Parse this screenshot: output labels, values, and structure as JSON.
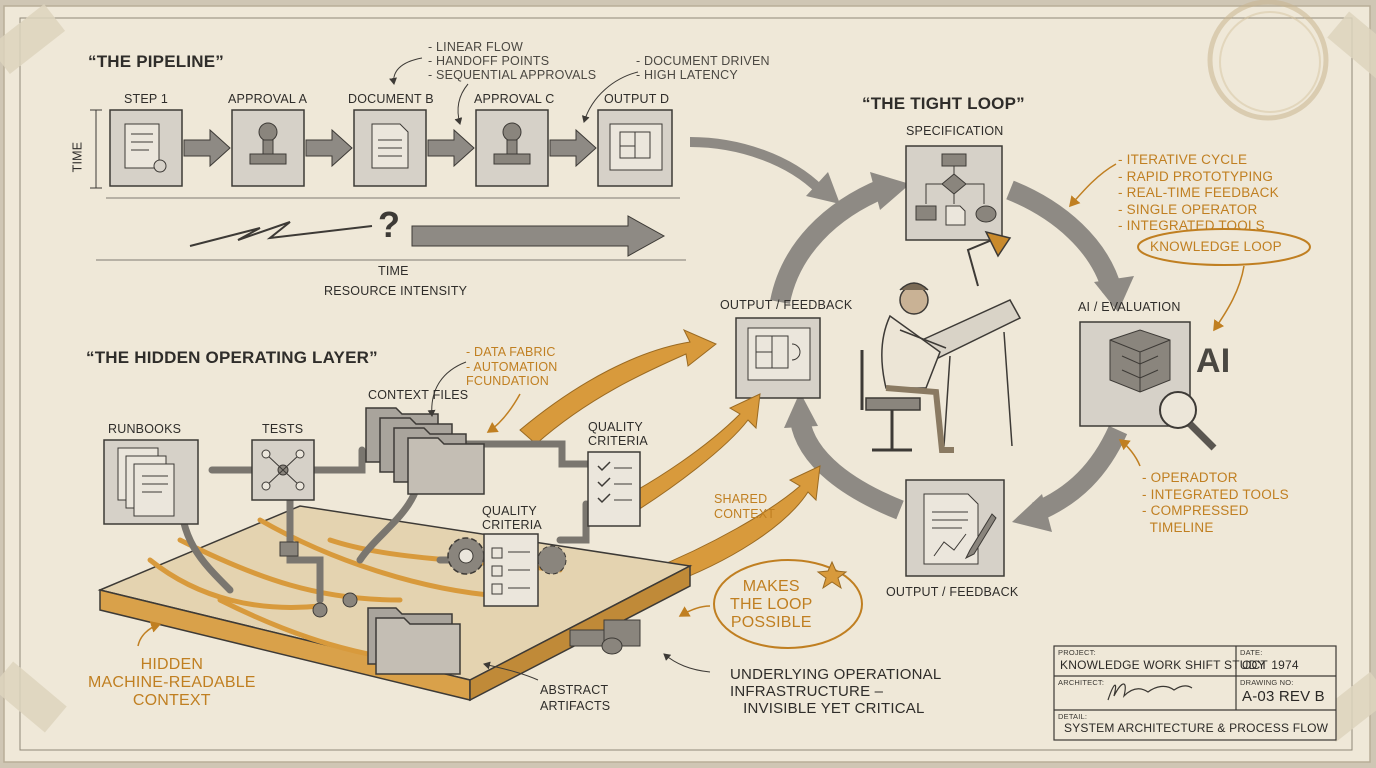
{
  "pipeline": {
    "title": "“THE PIPELINE”",
    "steps": [
      "STEP 1",
      "APPROVAL A",
      "DOCUMENT B",
      "APPROVAL C",
      "OUTPUT D"
    ],
    "notes_a": "- LINEAR FLOW\n- HANDOFF POINTS\n- SEQUENTIAL APPROVALS",
    "notes_b": "- DOCUMENT DRIVEN\n- HIGH LATENCY",
    "y_axis": "TIME",
    "question": "?",
    "x_axis": "TIME",
    "x_axis_sub": "RESOURCE INTENSITY"
  },
  "loop": {
    "title": "“THE TIGHT LOOP”",
    "specification": "SPECIFICATION",
    "ai_eval": "AI / EVALUATION",
    "ai_mark": "AI",
    "output_left": "OUTPUT / FEEDBACK",
    "output_bottom": "OUTPUT / FEEDBACK",
    "notes_right": "- ITERATIVE CYCLE\n- RAPID PROTOTYPING\n- REAL-TIME FEEDBACK\n- SINGLE OPERATOR\n- INTEGRATED TOOLS",
    "knowledge_loop": "KNOWLEDGE LOOP",
    "notes_low": "- OPERADTOR\n- INTEGRATED TOOLS\n- COMPRESSED\n  TIMELINE"
  },
  "hidden": {
    "title": "“THE HIDDEN OPERATING LAYER”",
    "notes": "- DATA FABRIC\n- AUTOMATION\nFCUNDATION",
    "context_files": "CONTEXT FILES",
    "runbooks": "RUNBOOKS",
    "tests": "TESTS",
    "quality_right": "QUALITY\nCRITERIA",
    "quality_mid": "QUALITY\nCRITERIA",
    "shared": "SHARED\nCONTEXT",
    "makes": "MAKES\nTHE LOOP\nPOSSIBLE",
    "machine": "HIDDEN\nMACHINE-READABLE\nCONTEXT",
    "abstract": "ABSTRACT\nARTIFACTS",
    "underlying": "UNDERLYING OPERATIONAL\nINFRASTRUCTURE –\n   INVISIBLE YET CRITICAL"
  },
  "title_block": {
    "project_label": "PROJECT:",
    "project": "KNOWLEDGE WORK SHIFT STUDY",
    "date_label": "DATE:",
    "date": "OCT 1974",
    "architect_label": "ARCHITECT:",
    "drawing_label": "DRAWING NO:",
    "drawing": "A-03 REV B",
    "detail_label": "DETAIL:",
    "detail": "SYSTEM ARCHITECTURE & PROCESS FLOW"
  },
  "colors": {
    "paper": "#efe8d8",
    "ink": "#2f2d2a",
    "orange": "#c98a2c",
    "arrow_gray": "#8e8a84"
  }
}
